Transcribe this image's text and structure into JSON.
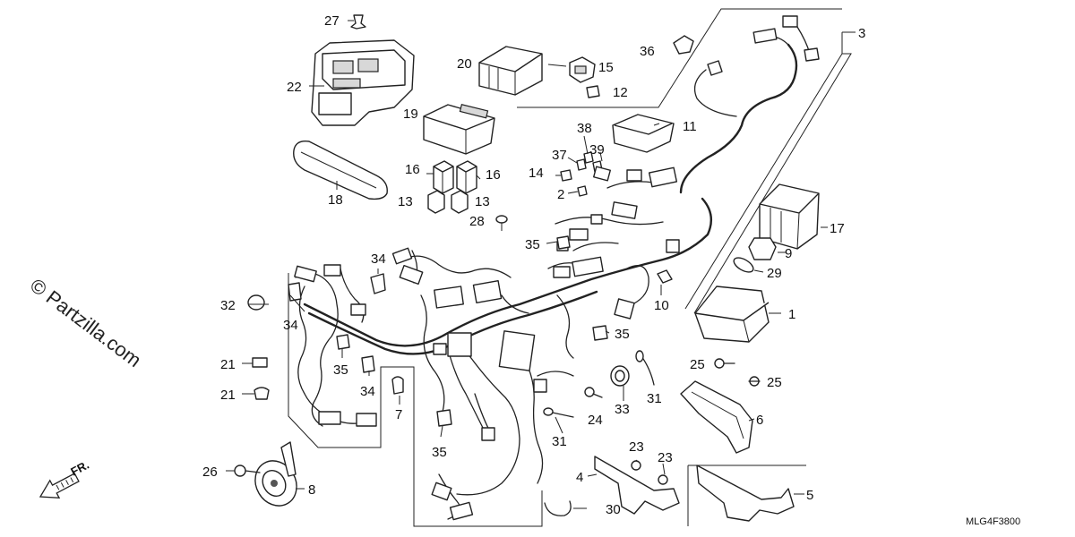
{
  "watermark": "© Partzilla.com",
  "direction_label": "FR.",
  "diagram_code": "MLG4F3800",
  "callouts": {
    "n1": "1",
    "n2": "2",
    "n3": "3",
    "n4": "4",
    "n5": "5",
    "n6": "6",
    "n7": "7",
    "n8": "8",
    "n9": "9",
    "n10": "10",
    "n11": "11",
    "n12": "12",
    "n13a": "13",
    "n13b": "13",
    "n14": "14",
    "n15": "15",
    "n16a": "16",
    "n16b": "16",
    "n17": "17",
    "n18": "18",
    "n19": "19",
    "n20": "20",
    "n21a": "21",
    "n21b": "21",
    "n22": "22",
    "n23a": "23",
    "n23b": "23",
    "n24": "24",
    "n25a": "25",
    "n25b": "25",
    "n26": "26",
    "n27": "27",
    "n28": "28",
    "n29": "29",
    "n30": "30",
    "n31a": "31",
    "n31b": "31",
    "n32": "32",
    "n33": "33",
    "n34a": "34",
    "n34b": "34",
    "n34c": "34",
    "n35a": "35",
    "n35b": "35",
    "n35c": "35",
    "n35d": "35",
    "n36": "36",
    "n37": "37",
    "n38": "38",
    "n39": "39"
  }
}
